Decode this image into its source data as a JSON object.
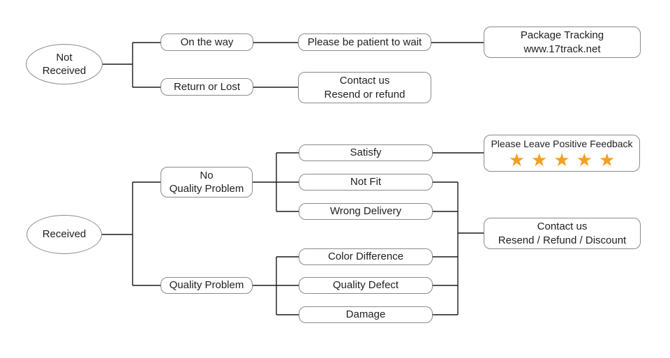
{
  "diagram": {
    "background_color": "#ffffff",
    "line_color": "#1a1a1a",
    "box_border_color": "#8a8a8a",
    "text_color": "#1f1f1f",
    "star_color": "#F5A01E"
  },
  "not_received_flow": {
    "root_line1": "Not",
    "root_line2": "Received",
    "on_the_way": "On the way",
    "be_patient": "Please be patient to wait",
    "tracking_line1": "Package Tracking",
    "tracking_line2": "www.17track.net",
    "return_or_lost": "Return or Lost",
    "contact_line1": "Contact us",
    "contact_line2": "Resend or refund"
  },
  "received_flow": {
    "root": "Received",
    "no_quality_line1": "No",
    "no_quality_line2": "Quality Problem",
    "satisfy": "Satisfy",
    "not_fit": "Not Fit",
    "wrong_delivery": "Wrong Delivery",
    "feedback_title": "Please Leave Positive Feedback",
    "star": "★",
    "star_count": 5,
    "quality_problem": "Quality Problem",
    "color_difference": "Color Difference",
    "quality_defect": "Quality Defect",
    "damage": "Damage",
    "contact_line1": "Contact us",
    "contact_line2": "Resend / Refund / Discount"
  }
}
